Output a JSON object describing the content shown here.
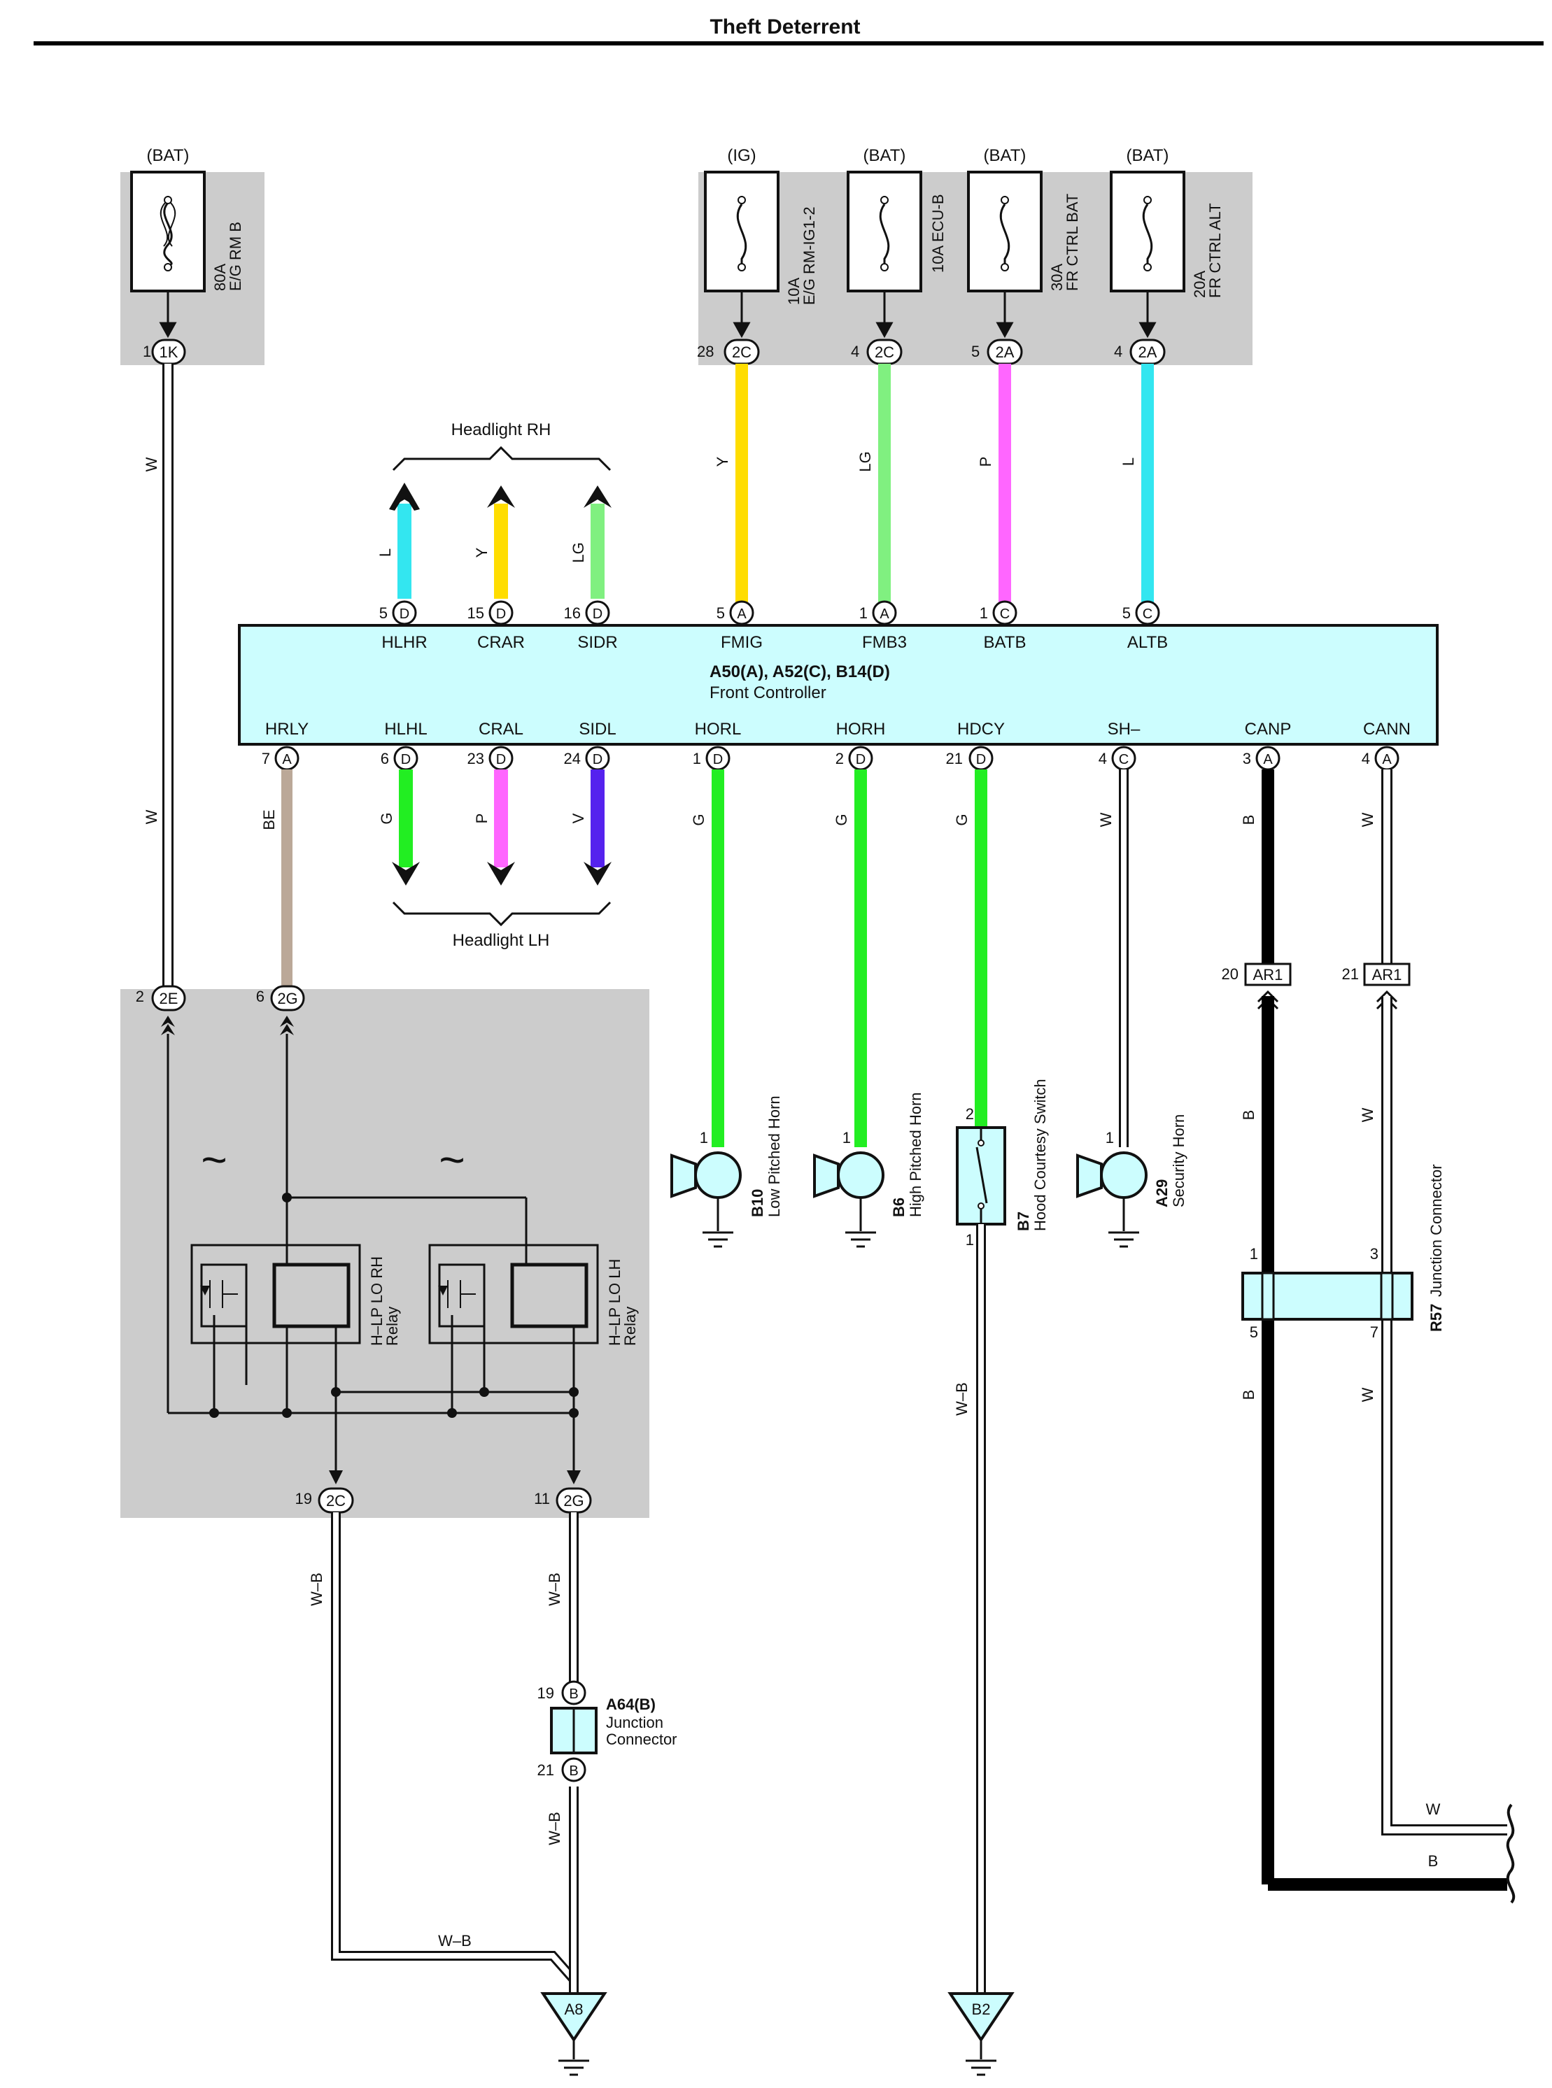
{
  "title": "Theft Deterrent",
  "colors": {
    "controller_fill": "#ccfdfe",
    "panel_fill": "#cccccc",
    "Y": "#ffdd00",
    "LG": "#80f080",
    "P": "#ff66ff",
    "L": "#33e6f0",
    "G": "#22ee22",
    "V": "#5522ee",
    "BE": "#bba898",
    "W": "#ffffff",
    "B": "#000000",
    "W-B": "#ffffff"
  },
  "fuses": {
    "bat1": {
      "supply": "(BAT)",
      "rating": "80A",
      "name": "E/G RM B",
      "pin": "1",
      "conn": "1K"
    },
    "ig": {
      "supply": "(IG)",
      "rating": "10A",
      "name": "E/G RM-IG1-2",
      "pin": "28",
      "conn": "2C",
      "wire": "Y"
    },
    "ecub": {
      "supply": "(BAT)",
      "rating": "10A ECU-B",
      "name": "",
      "pin": "4",
      "conn": "2C",
      "wire": "LG"
    },
    "frbat": {
      "supply": "(BAT)",
      "rating": "30A",
      "name": "FR CTRL BAT",
      "pin": "5",
      "conn": "2A",
      "wire": "P"
    },
    "fralt": {
      "supply": "(BAT)",
      "rating": "20A",
      "name": "FR CTRL ALT",
      "pin": "4",
      "conn": "2A",
      "wire": "L"
    }
  },
  "controller": {
    "id": "A50(A), A52(C), B14(D)",
    "name": "Front Controller",
    "top_pins": [
      {
        "pin": "5",
        "conn": "D",
        "label": "HLHR",
        "wire": "L"
      },
      {
        "pin": "15",
        "conn": "D",
        "label": "CRAR",
        "wire": "Y"
      },
      {
        "pin": "16",
        "conn": "D",
        "label": "SIDR",
        "wire": "LG"
      },
      {
        "pin": "5",
        "conn": "A",
        "label": "FMIG"
      },
      {
        "pin": "1",
        "conn": "A",
        "label": "FMB3"
      },
      {
        "pin": "1",
        "conn": "C",
        "label": "BATB"
      },
      {
        "pin": "5",
        "conn": "C",
        "label": "ALTB"
      }
    ],
    "bottom_pins": [
      {
        "pin": "7",
        "conn": "A",
        "label": "HRLY",
        "wire": "BE"
      },
      {
        "pin": "6",
        "conn": "D",
        "label": "HLHL",
        "wire": "G"
      },
      {
        "pin": "23",
        "conn": "D",
        "label": "CRAL",
        "wire": "P"
      },
      {
        "pin": "24",
        "conn": "D",
        "label": "SIDL",
        "wire": "V"
      },
      {
        "pin": "1",
        "conn": "D",
        "label": "HORL",
        "wire": "G"
      },
      {
        "pin": "2",
        "conn": "D",
        "label": "HORH",
        "wire": "G"
      },
      {
        "pin": "21",
        "conn": "D",
        "label": "HDCY",
        "wire": "G"
      },
      {
        "pin": "4",
        "conn": "C",
        "label": "SH–",
        "wire": "W"
      },
      {
        "pin": "3",
        "conn": "A",
        "label": "CANP",
        "wire": "B"
      },
      {
        "pin": "4",
        "conn": "A",
        "label": "CANN",
        "wire": "W"
      }
    ]
  },
  "headlight_rh": "Headlight RH",
  "headlight_lh": "Headlight LH",
  "w_wire_left": "W",
  "relay_block": {
    "in_left": {
      "pin": "2",
      "conn": "2E"
    },
    "in_right": {
      "pin": "6",
      "conn": "2G"
    },
    "relay_rh": {
      "line1": "H–LP LO RH",
      "line2": "Relay"
    },
    "relay_lh": {
      "line1": "H–LP LO LH",
      "line2": "Relay"
    },
    "tilde": "~",
    "out_left": {
      "pin": "19",
      "conn": "2C"
    },
    "out_right": {
      "pin": "11",
      "conn": "2G"
    }
  },
  "horns": [
    {
      "pin": "1",
      "id": "B10",
      "name": "Low Pitched Horn"
    },
    {
      "pin": "1",
      "id": "B6",
      "name": "High Pitched Horn"
    },
    {
      "pin": "1",
      "id": "A29",
      "name": "Security Horn"
    }
  ],
  "hood_switch": {
    "pin_top": "2",
    "pin_bottom": "1",
    "id": "B7",
    "name": "Hood Courtesy Switch",
    "wire": "W–B"
  },
  "ar1": [
    {
      "pin": "20",
      "conn": "AR1"
    },
    {
      "pin": "21",
      "conn": "AR1"
    }
  ],
  "r57": {
    "id": "R57",
    "name": "Junction Connector",
    "pins": [
      "1",
      "3",
      "5",
      "7"
    ]
  },
  "a64": {
    "id": "A64(B)",
    "name1": "Junction",
    "name2": "Connector",
    "pin_top": "19",
    "pin_bottom": "21",
    "conn": "B"
  },
  "wb_label": "W–B",
  "w_label": "W",
  "b_label": "B",
  "grounds": [
    "A8",
    "B2"
  ]
}
